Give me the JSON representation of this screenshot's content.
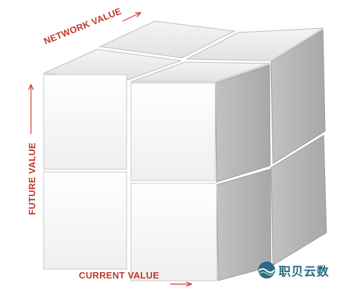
{
  "diagram": {
    "axes": {
      "network": "NETWORK VALUE",
      "future": "FUTURE VALUE",
      "current": "CURRENT VALUE"
    },
    "cube": {
      "grid": "2x2x2",
      "face_colors": {
        "front": "#f5f5f5",
        "top": "#ececec",
        "side": "#b9b9b9",
        "edge": "#9e9e9e"
      }
    },
    "accent_color": "#c0392b"
  },
  "watermark": {
    "text": "职贝云数",
    "icon": "wave-logo-icon",
    "color": "#2a6a86"
  }
}
